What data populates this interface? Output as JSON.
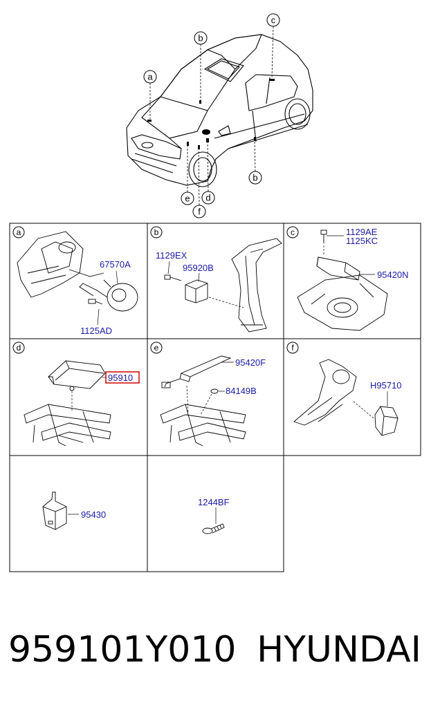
{
  "overview": {
    "callouts": [
      "a",
      "b",
      "c",
      "b",
      "e",
      "f",
      "d"
    ]
  },
  "panels": [
    {
      "letter": "a",
      "labels": [
        "67570A",
        "1125AD"
      ]
    },
    {
      "letter": "b",
      "labels": [
        "1129EX",
        "95920B"
      ]
    },
    {
      "letter": "c",
      "labels": [
        "1129AE",
        "1125KC",
        "95420N"
      ]
    },
    {
      "letter": "d",
      "labels": [
        "95910"
      ],
      "highlighted": "95910"
    },
    {
      "letter": "e",
      "labels": [
        "95420F",
        "84149B"
      ]
    },
    {
      "letter": "f",
      "labels": [
        "H95710"
      ]
    },
    {
      "letter": "",
      "labels": [
        "95430"
      ]
    },
    {
      "letter": "",
      "labels": [
        "1244BF"
      ]
    }
  ],
  "footer": {
    "part_number": "959101Y010",
    "brand": "HYUNDAI"
  },
  "colors": {
    "label_blue": "#1a1aa6",
    "highlight_red": "#d00000",
    "line": "#000000"
  }
}
